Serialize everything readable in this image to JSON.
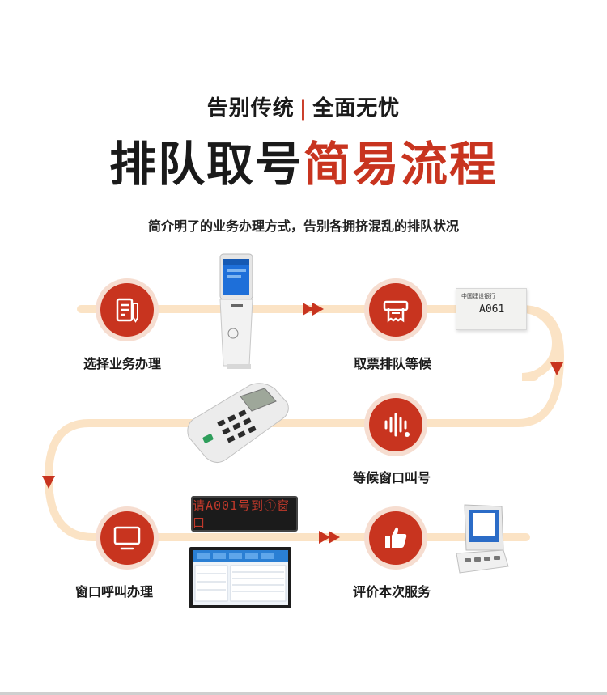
{
  "header": {
    "subtitle_left": "告别传统",
    "subtitle_sep": "|",
    "subtitle_right": "全面无忧",
    "title_black": "排队取号",
    "title_red": "简易流程",
    "description": "简介明了的业务办理方式，告别各拥挤混乱的排队状况"
  },
  "steps": [
    {
      "label": "选择业务办理",
      "icon": "form-pen-icon"
    },
    {
      "label": "取票排队等候",
      "icon": "ticket-printer-icon"
    },
    {
      "label": "等候窗口叫号",
      "icon": "voice-wave-icon"
    },
    {
      "label": "窗口呼叫办理",
      "icon": "monitor-icon"
    },
    {
      "label": "评价本次服务",
      "icon": "thumbs-up-icon"
    }
  ],
  "ticket": {
    "bank": "中国建设银行",
    "number": "A061"
  },
  "led_display": "请A001号到①窗口",
  "colors": {
    "accent": "#c8341f",
    "flow_line": "#fbe3c5",
    "circle_halo": "#f6ddd0"
  }
}
